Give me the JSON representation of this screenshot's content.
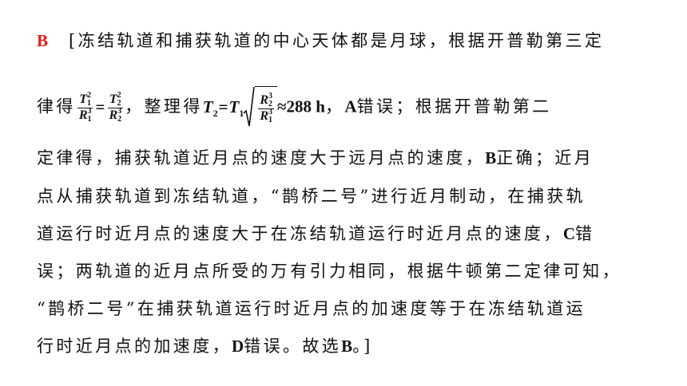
{
  "answer_letter": "B",
  "line1_text": "[冻结轨道和捕获轨道的中心天体都是月球，根据开普勒第三定",
  "line2": {
    "lead": "律得",
    "frac1": {
      "num_var": "T",
      "num_sub": "1",
      "num_sup": "2",
      "den_var": "R",
      "den_sub": "1",
      "den_sup": "3"
    },
    "eq1": "=",
    "frac2": {
      "num_var": "T",
      "num_sub": "2",
      "num_sup": "2",
      "den_var": "R",
      "den_sub": "2",
      "den_sup": "3"
    },
    "mid": "，整理得",
    "t2_var": "T",
    "t2_sub": "2",
    "eq2": "=",
    "t1_var": "T",
    "t1_sub": "1",
    "frac3": {
      "num_var": "R",
      "num_sub": "2",
      "num_sup": "3",
      "den_var": "R",
      "den_sub": "1",
      "den_sup": "3"
    },
    "approx": "≈288 h",
    "rest_a": "，",
    "rest_letter": "A",
    "rest_b": "错误；根据开普勒第二"
  },
  "line3": {
    "a": "定律得，捕获轨道近月点的速度大于远月点的速度，",
    "letter": "B",
    "b": "正确；近月"
  },
  "line4_text": "点从捕获轨道到冻结轨道，“鹊桥二号”进行近月制动，在捕获轨",
  "line5": {
    "a": "道运行时近月点的速度大于在冻结轨道运行时近月点的速度，",
    "letter": "C",
    "b": "错"
  },
  "line6_text": "误；两轨道的近月点所受的万有引力相同，根据牛顿第二定律可知，",
  "line7_text": "“鹊桥二号”在捕获轨道运行时近月点的加速度等于在冻结轨道运",
  "line8": {
    "a": "行时近月点的加速度，",
    "letter": "D",
    "b": "错误。故选",
    "letter2": "B",
    "c": "。]"
  }
}
